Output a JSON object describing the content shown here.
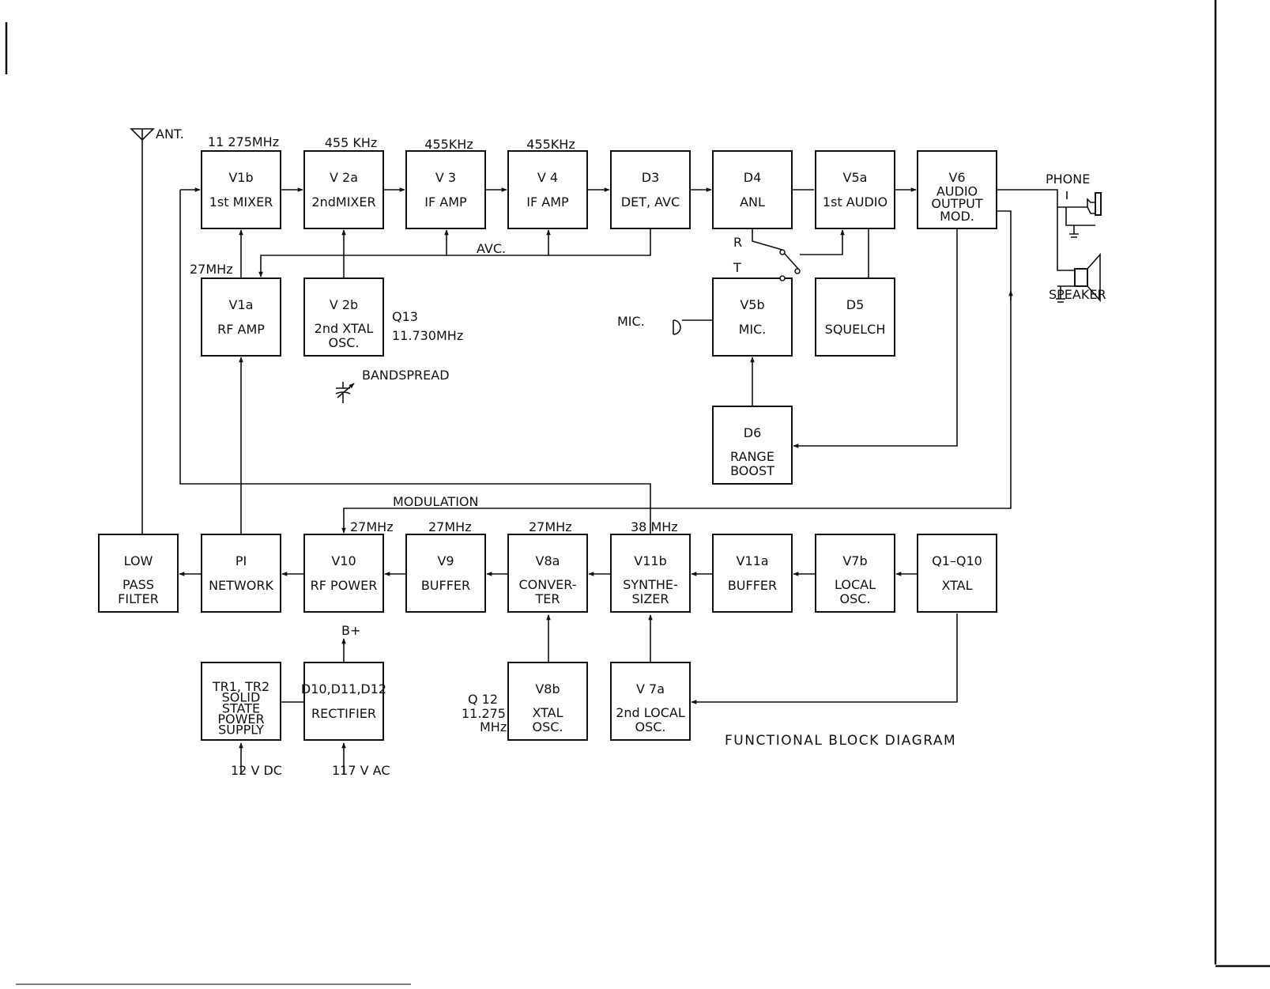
{
  "title": "FUNCTIONAL BLOCK DIAGRAM",
  "blocks": {
    "v1b": [
      "V1b",
      "1st MIXER"
    ],
    "v2a": [
      "V 2a",
      "2ndMIXER"
    ],
    "v3": [
      "V 3",
      "IF  AMP"
    ],
    "v4": [
      "V 4",
      "IF  AMP"
    ],
    "d3": [
      "D3",
      "DET, AVC"
    ],
    "d4": [
      "D4",
      "ANL"
    ],
    "v5a": [
      "V5a",
      "1st  AUDIO"
    ],
    "v6": [
      "V6",
      "AUDIO",
      "OUTPUT",
      "MOD."
    ],
    "v1a": [
      "V1a",
      "RF  AMP"
    ],
    "v2b": [
      "V 2b",
      "2nd  XTAL",
      "OSC."
    ],
    "v5b": [
      "V5b",
      "MIC."
    ],
    "d5": [
      "D5",
      "SQUELCH"
    ],
    "d6": [
      "D6",
      "RANGE",
      "BOOST"
    ],
    "lpf": [
      "LOW",
      "PASS",
      "FILTER"
    ],
    "pi": [
      "PI",
      "NETWORK"
    ],
    "v10": [
      "V10",
      "RF POWER"
    ],
    "v9": [
      "V9",
      "BUFFER"
    ],
    "v8a": [
      "V8a",
      "CONVER-",
      "TER"
    ],
    "v11b": [
      "V11b",
      "SYNTHE-",
      "SIZER"
    ],
    "v11a": [
      "V11a",
      "BUFFER"
    ],
    "v7b": [
      "V7b",
      "LOCAL",
      "OSC."
    ],
    "q1q10": [
      "Q1–Q10",
      "XTAL"
    ],
    "tr": [
      "TR1, TR2",
      "SOLID",
      "STATE",
      "POWER",
      "SUPPLY"
    ],
    "rect": [
      "D10,D11,D12",
      "RECTIFIER"
    ],
    "v8b": [
      "V8b",
      "XTAL",
      "OSC."
    ],
    "v7a": [
      "V 7a",
      "2nd LOCAL",
      "OSC."
    ]
  },
  "labels": {
    "ant": "ANT.",
    "f_v1b": "11 275MHz",
    "f_v2a": "455 KHz",
    "f_v3": "455KHz",
    "f_v4": "455KHz",
    "f_v1a": "27MHz",
    "avc": "AVC.",
    "q13": "Q13",
    "f_q13": "11.730MHz",
    "bandspread": "BANDSPREAD",
    "mic": "MIC.",
    "sw_r": "R",
    "sw_t": "T",
    "phone": "PHONE",
    "speaker": "SPEAKER",
    "modulation": "MODULATION",
    "f_v10": "27MHz",
    "f_v9": "27MHz",
    "f_v8a": "27MHz",
    "f_v11b": "38 MHz",
    "b_plus": "B+",
    "dc": "12 V DC",
    "ac": "117 V AC",
    "q12": "Q 12",
    "f_q12_a": "11.275",
    "f_q12_b": "MHz"
  }
}
